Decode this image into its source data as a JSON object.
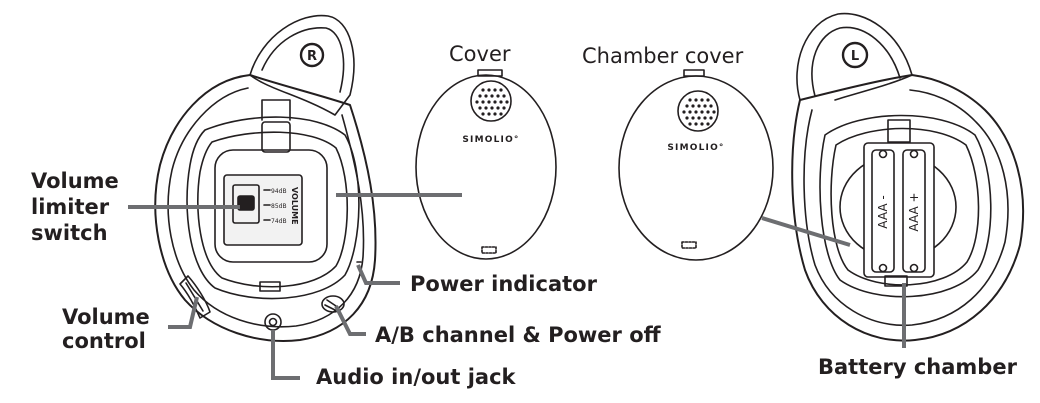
{
  "titles": {
    "cover": "Cover",
    "chamber_cover": "Chamber cover"
  },
  "callouts": {
    "volume_limiter": [
      "Volume",
      "limiter",
      "switch"
    ],
    "volume_control": [
      "Volume",
      "control"
    ],
    "power_indicator": "Power indicator",
    "ab_channel": "A/B channel & Power off",
    "audio_jack": "Audio in/out jack",
    "battery_chamber": "Battery chamber"
  },
  "side_marks": {
    "right": "R",
    "left": "L"
  },
  "brand": "SIMOLIO°",
  "switch_panel": {
    "levels": [
      "94dB",
      "85dB",
      "74dB"
    ],
    "label": "VOLUME"
  },
  "batteries": [
    "AAA -",
    "AAA +"
  ]
}
